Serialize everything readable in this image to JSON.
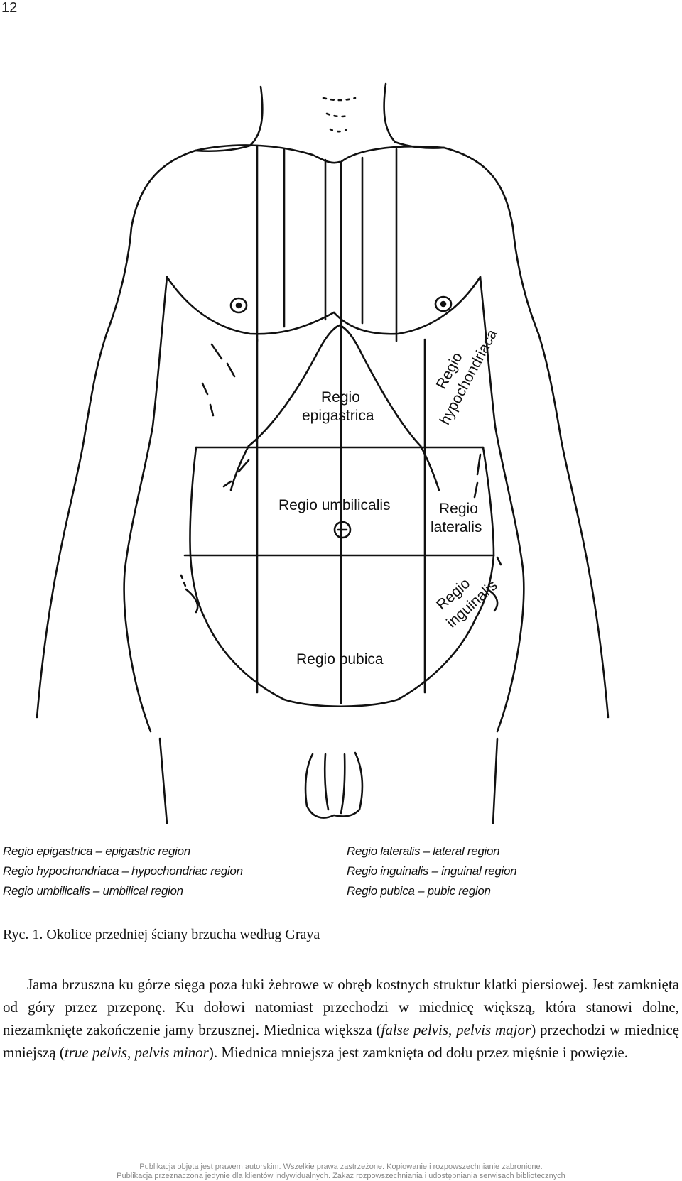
{
  "page_number": "12",
  "figure": {
    "labels": {
      "epigastrica_line1": "Regio",
      "epigastrica_line2": "epigastrica",
      "hypochondriaca_line1": "Regio",
      "hypochondriaca_line2": "hypochondriaca",
      "umbilicalis": "Regio umbilicalis",
      "lateralis_line1": "Regio",
      "lateralis_line2": "lateralis",
      "inguinalis_line1": "Regio",
      "inguinalis_line2": "inguinalis",
      "pubica": "Regio pubica"
    }
  },
  "legend": {
    "left": [
      "Regio epigastrica – epigastric region",
      "Regio hypochondriaca – hypochondriac region",
      "Regio umbilicalis – umbilical region"
    ],
    "right": [
      "Regio lateralis – lateral region",
      "Regio inguinalis – inguinal region",
      "Regio pubica – pubic region"
    ]
  },
  "caption": "Ryc. 1. Okolice przedniej ściany brzucha według Graya",
  "body": {
    "s1": "Jama brzuszna ku górze sięga poza łuki żebrowe w obręb kostnych struktur klatki piersiowej. Jest zamknięta od góry przez przeponę. Ku dołowi natomiast przechodzi w miednicę większą, która stanowi dolne, niezamknięte zakończenie jamy brzusznej. Miednica większa (",
    "t1": "false pelvis",
    "c1": ", ",
    "t2": "pelvis major",
    "s2": ") przechodzi w miednicę mniejszą (",
    "t3": "true pelvis",
    "c2": ", ",
    "t4": "pelvis minor",
    "s3": "). Miednica mniejsza jest zamknięta od dołu przez mięśnie i powięzie."
  },
  "footer": {
    "line1": "Publikacja objęta jest prawem autorskim. Wszelkie prawa zastrzeżone. Kopiowanie i rozpowszechnianie zabronione.",
    "line2": "Publikacja przeznaczona jedynie dla klientów indywidualnych. Zakaz rozpowszechniania i udostępniania serwisach bibliotecznych"
  }
}
